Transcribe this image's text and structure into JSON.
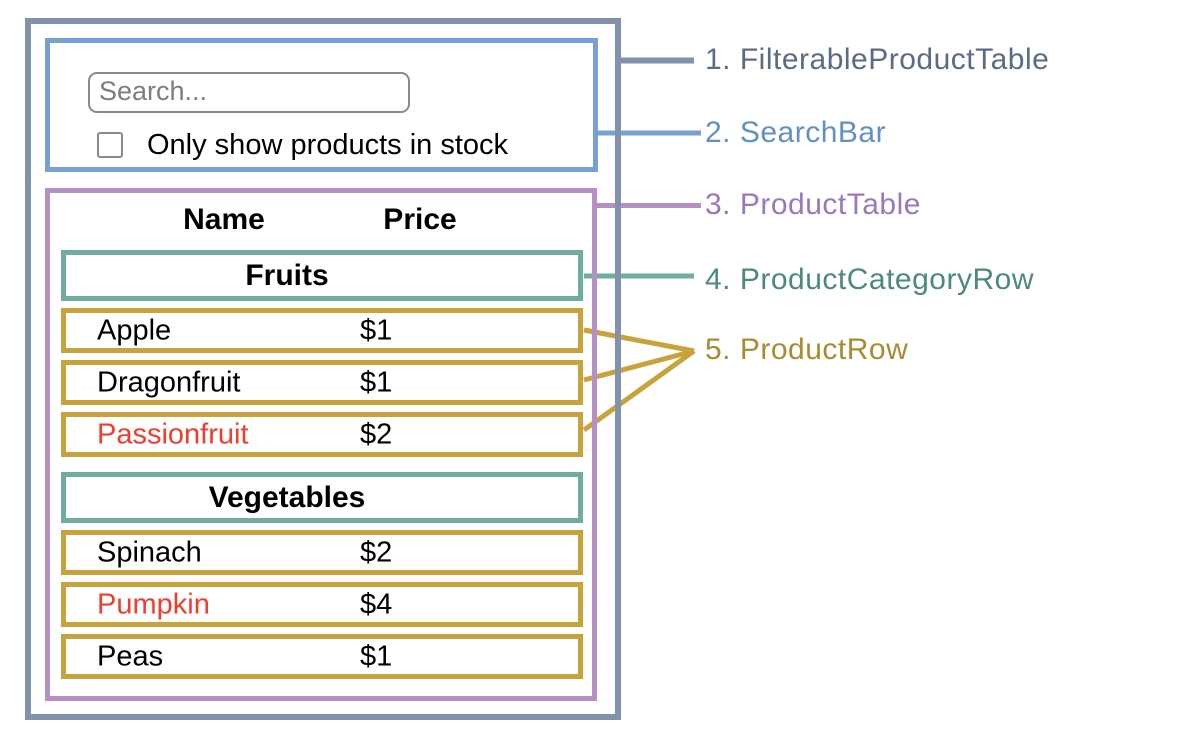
{
  "palette": {
    "slate_border": "#8292ac",
    "slate_text": "#5a6a87",
    "blue_border": "#78a0d4",
    "blue_text": "#6090c8",
    "purple_border": "#b78fc8",
    "purple_text": "#9b77bd",
    "teal_border": "#6fae9f",
    "teal_text": "#4a8a7b",
    "gold_border": "#c9a23c",
    "gold_text": "#ac8a30",
    "red_text": "#f43b2c"
  },
  "search_bar": {
    "placeholder": "Search...",
    "checkbox_label": "Only show products in stock",
    "checkbox_checked": false
  },
  "table": {
    "columns": [
      "Name",
      "Price"
    ],
    "sections": [
      {
        "category": "Fruits",
        "rows": [
          {
            "name": "Apple",
            "price": "$1",
            "red_text": false
          },
          {
            "name": "Dragonfruit",
            "price": "$1",
            "red_text": false
          },
          {
            "name": "Passionfruit",
            "price": "$2",
            "red_text": true
          }
        ]
      },
      {
        "category": "Vegetables",
        "rows": [
          {
            "name": "Spinach",
            "price": "$2",
            "red_text": false
          },
          {
            "name": "Pumpkin",
            "price": "$4",
            "red_text": true
          },
          {
            "name": "Peas",
            "price": "$1",
            "red_text": false
          }
        ]
      }
    ]
  },
  "legend": [
    {
      "label": "1. FilterableProductTable",
      "color_key": "slate"
    },
    {
      "label": "2. SearchBar",
      "color_key": "blue"
    },
    {
      "label": "3. ProductTable",
      "color_key": "purple"
    },
    {
      "label": "4. ProductCategoryRow",
      "color_key": "teal"
    },
    {
      "label": "5. ProductRow",
      "color_key": "gold"
    }
  ]
}
